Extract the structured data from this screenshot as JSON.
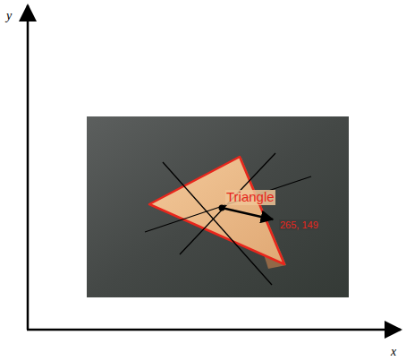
{
  "diagram": {
    "labels": [
      "y",
      "x",
      "Triangle",
      "265, 149"
    ]
  }
}
